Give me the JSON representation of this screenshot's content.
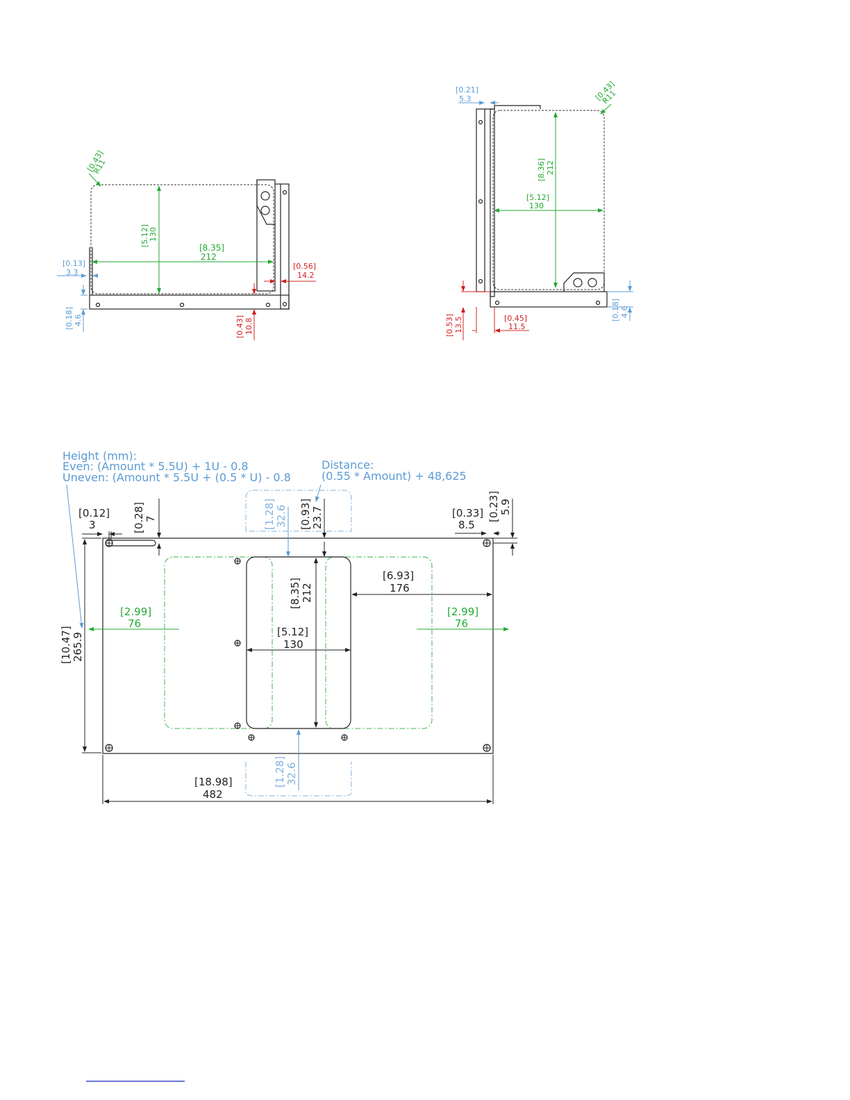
{
  "colors": {
    "black": "#222222",
    "green": "#22aa33",
    "blue": "#5b9bd5",
    "red": "#d42020",
    "accent_line": "#3b47c9"
  },
  "left_view": {
    "radius": {
      "in": "0.43",
      "mm": "R11"
    },
    "inner_height": {
      "in": "5.12",
      "mm": "130"
    },
    "inner_width": {
      "in": "8.35",
      "mm": "212"
    },
    "left_offset": {
      "in": "0.13",
      "mm": "3.3"
    },
    "right_offset": {
      "in": "0.56",
      "mm": "14.2"
    },
    "bottom_offset": {
      "in": "0.18",
      "mm": "4.6"
    },
    "bottom_right": {
      "in": "0.43",
      "mm": "10.8"
    }
  },
  "right_view": {
    "top_offset": {
      "in": "0.21",
      "mm": "5.3"
    },
    "radius": {
      "in": "0.43",
      "mm": "R11"
    },
    "inner_height": {
      "in": "8.36",
      "mm": "212"
    },
    "inner_width": {
      "in": "5.12",
      "mm": "130"
    },
    "left_bottom": {
      "in": "0.53",
      "mm": "13.5"
    },
    "bottom_width": {
      "in": "0.45",
      "mm": "11.5"
    },
    "right_bottom": {
      "in": "0.18",
      "mm": "4.6"
    }
  },
  "panel": {
    "height_note": {
      "line1": "Height (mm):",
      "line2": "Even: (Amount * 5.5U) + 1U - 0.8",
      "line3": "Uneven: (Amount * 5.5U + (0.5 * U) - 0.8"
    },
    "distance_note": {
      "line1": "Distance:",
      "line2": "(0.55 * Amount) + 48,625"
    },
    "hole_x": {
      "in": "0.12",
      "mm": "3"
    },
    "hole_y": {
      "in": "0.28",
      "mm": "7"
    },
    "top_gap": {
      "in": "1.28",
      "mm": "32.6"
    },
    "top_gap2": {
      "in": "0.93",
      "mm": "23.7"
    },
    "right_hole_x": {
      "in": "0.33",
      "mm": "8.5"
    },
    "right_hole_y": {
      "in": "0.23",
      "mm": "5.9"
    },
    "cutout_height": {
      "in": "8.35",
      "mm": "212"
    },
    "right_dist": {
      "in": "6.93",
      "mm": "176"
    },
    "left_side": {
      "in": "2.99",
      "mm": "76"
    },
    "right_side": {
      "in": "2.99",
      "mm": "76"
    },
    "cutout_width": {
      "in": "5.12",
      "mm": "130"
    },
    "total_height": {
      "in": "10.47",
      "mm": "265.9"
    },
    "bottom_gap": {
      "in": "1.28",
      "mm": "32.6"
    },
    "total_width": {
      "in": "18.98",
      "mm": "482"
    }
  }
}
